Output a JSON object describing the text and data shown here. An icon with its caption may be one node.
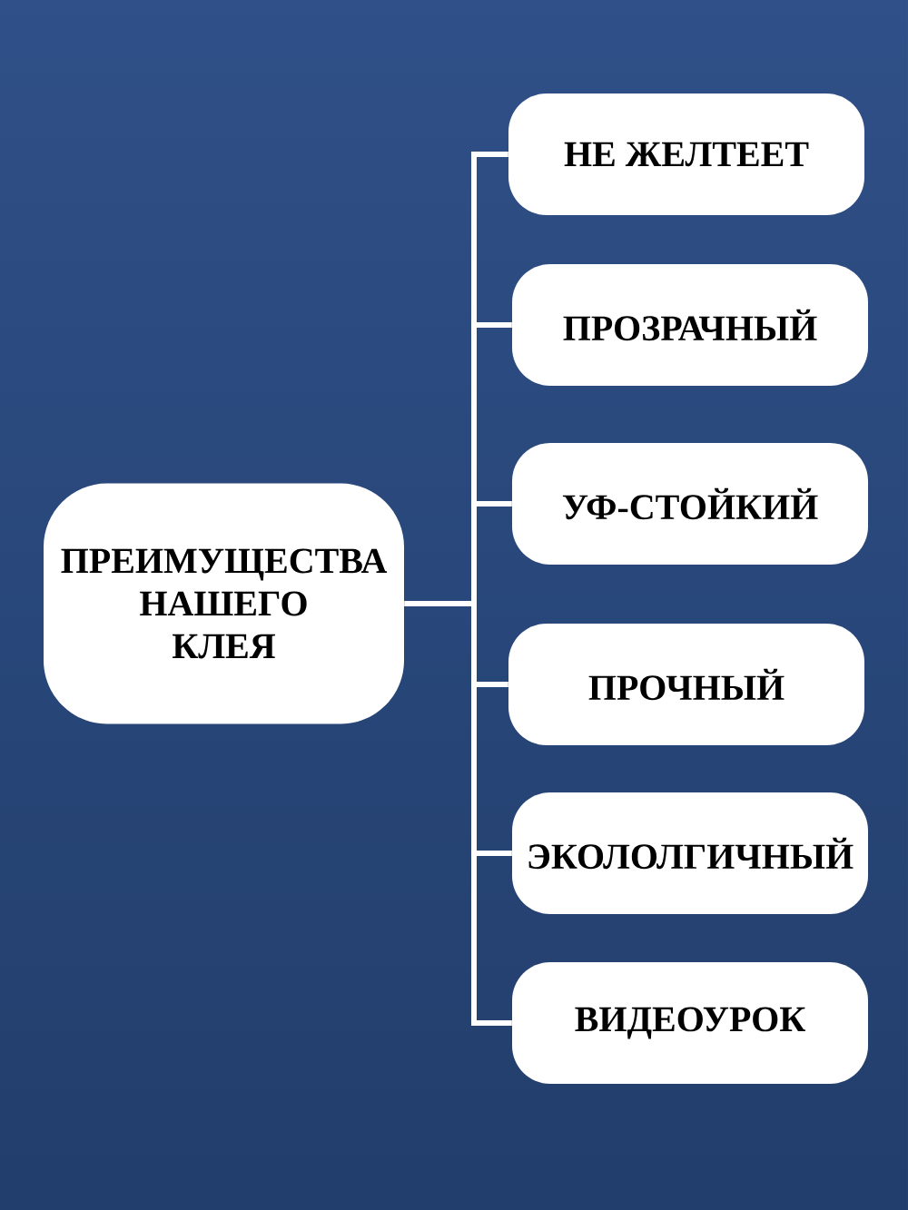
{
  "diagram": {
    "nodes": [
      {
        "text": [
          "ПРЕИМУЩЕСТВА НАШЕГО КЛЕЯ"
        ]
      },
      {
        "text": [
          "НЕ ЖЕЛТЕЕТ"
        ]
      },
      {
        "text": [
          "ПРОЗРАЧНЫЙ"
        ]
      },
      {
        "text": [
          "УФ-СТОЙКИЙ"
        ]
      },
      {
        "text": [
          "ПРОЧНЫЙ"
        ]
      },
      {
        "text": [
          "ЭКОЛОЛГИЧНЫЙ"
        ]
      },
      {
        "text": [
          "ВИДЕОУРОК"
        ]
      }
    ],
    "edges": [
      {
        "from": 0,
        "to": 1,
        "arrow": "none"
      },
      {
        "from": 0,
        "to": 2,
        "arrow": "none"
      },
      {
        "from": 0,
        "to": 3,
        "arrow": "none"
      },
      {
        "from": 0,
        "to": 4,
        "arrow": "none"
      },
      {
        "from": 0,
        "to": 5,
        "arrow": "none"
      },
      {
        "from": 0,
        "to": 6,
        "arrow": "none"
      }
    ]
  }
}
